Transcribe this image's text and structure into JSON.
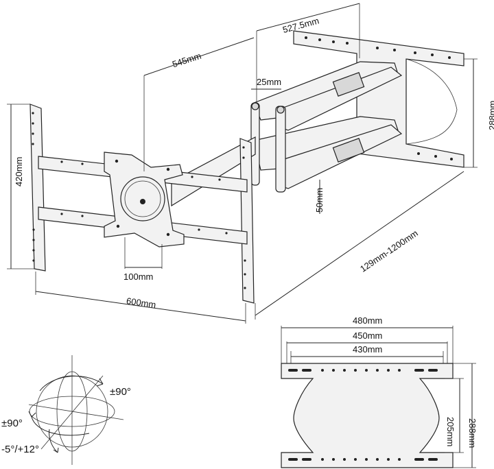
{
  "dimensions": {
    "arm_extended_depth": "527.5mm",
    "arm_span": "545mm",
    "arm_thickness": "25mm",
    "wall_plate_height": "288mm",
    "arm_gap": "50mm",
    "extension_range": "129mm-1200mm",
    "bracket_height": "420mm",
    "center_spacing": "100mm",
    "bracket_width": "600mm"
  },
  "wall_plate_detail": {
    "width_outer": "480mm",
    "width_middle": "450mm",
    "width_inner": "430mm",
    "height_outer": "288mm",
    "height_inner": "205mm"
  },
  "rotation": {
    "swivel": "±90°",
    "rotate": "±90°",
    "tilt": "-5°/+12°"
  }
}
